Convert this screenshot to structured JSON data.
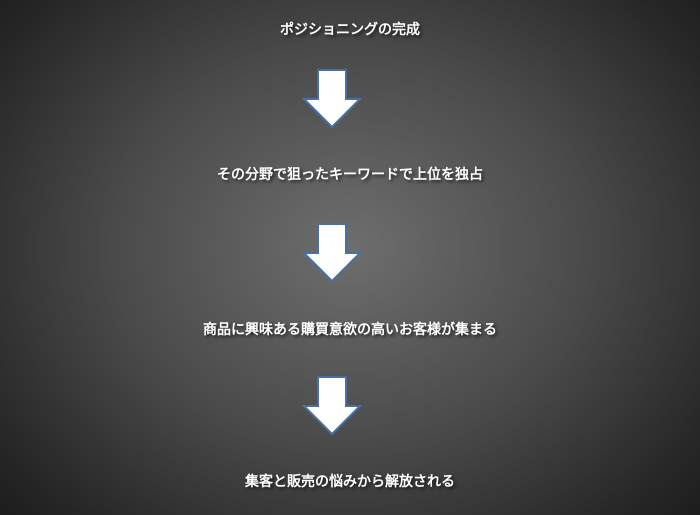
{
  "diagram": {
    "steps": [
      "ポジショニングの完成",
      "その分野で狙ったキーワードで上位を独占",
      "商品に興味ある購買意欲の高いお客様が集まる",
      "集客と販売の悩みから解放される"
    ],
    "arrow_fill": "#ffffff",
    "arrow_stroke": "#4a6fa5",
    "text_color": "#ffffff"
  }
}
